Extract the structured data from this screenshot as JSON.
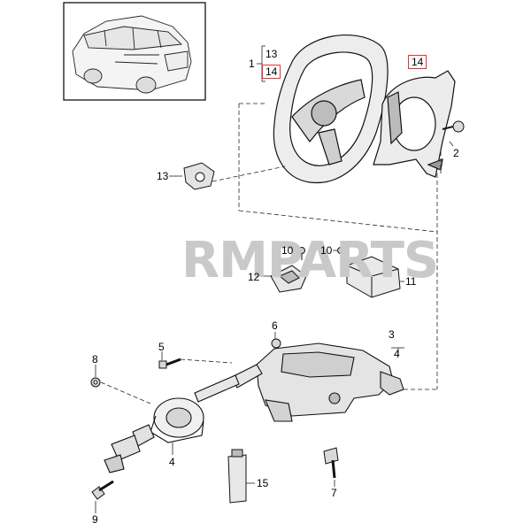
{
  "watermark": {
    "text": "RMPARTS",
    "color": "#c9c9c9"
  },
  "callouts": {
    "c1": "1",
    "c13a": "13",
    "c14a": "14",
    "c14b": "14",
    "c2": "2",
    "c13b": "13",
    "c10a": "10",
    "c10b": "10",
    "c12": "12",
    "c11": "11",
    "c6": "6",
    "c3": "3",
    "c4a": "4",
    "c5": "5",
    "c8": "8",
    "c4b": "4",
    "c9": "9",
    "c7": "7",
    "c15": "15"
  },
  "highlight_color": "#e8322f"
}
